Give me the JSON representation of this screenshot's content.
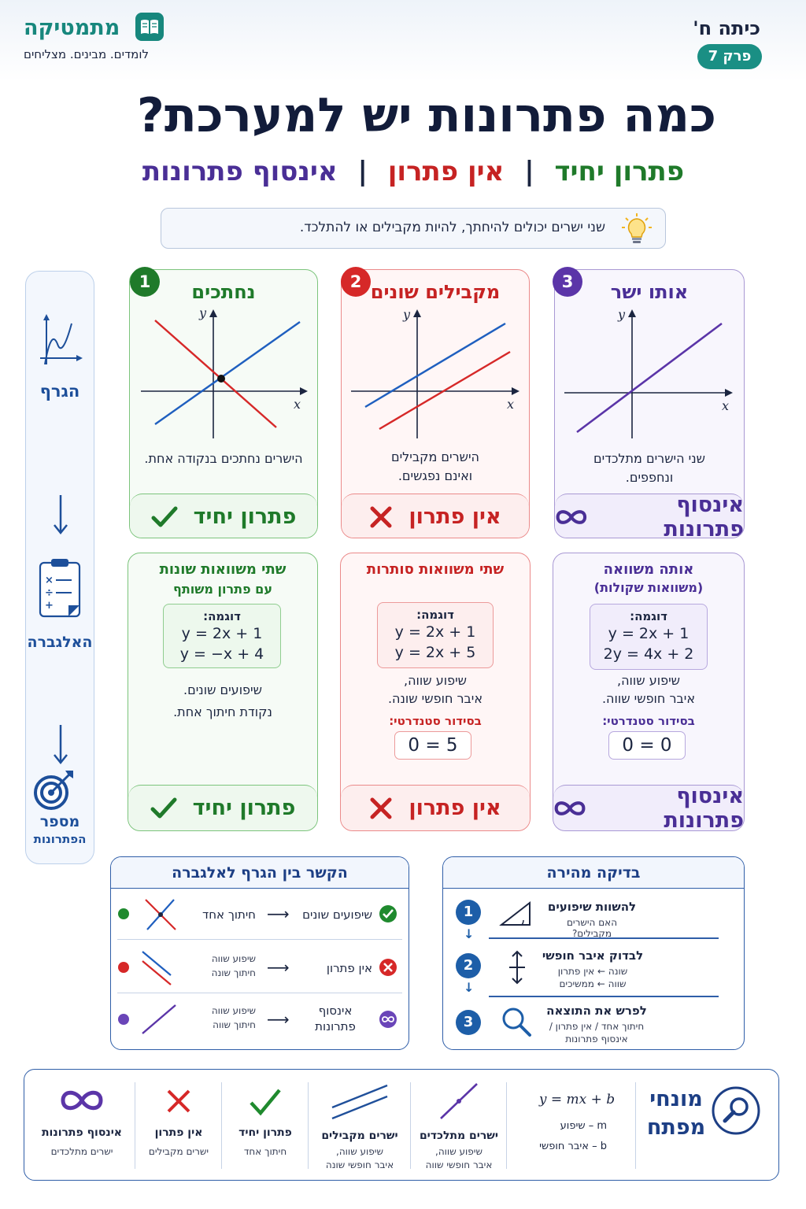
{
  "header": {
    "grade": "כיתה ח'",
    "chapter": "פרק 7",
    "brand": "מתמטיקה",
    "tagline": "לומדים. מבינים. מצליחים"
  },
  "title": "כמה פתרונות יש למערכת?",
  "subtitle": {
    "unique": "פתרון יחיד",
    "none": "אין פתרון",
    "infinite": "אינסוף פתרונות",
    "separator": "|"
  },
  "tip": "שני ישרים יכולים להיחתך, להיות מקבילים או להתלכד.",
  "rail": {
    "graph": "הגרף",
    "algebra": "האלגברה",
    "count_line1": "מספר",
    "count_line2": "הפתרונות"
  },
  "colors": {
    "green": "#1f7a2a",
    "red": "#c62323",
    "purple": "#4a2f96",
    "blue": "#1d5ea8",
    "line_red": "#d62828",
    "line_blue": "#1f5fbf",
    "line_purple": "#5b35a8"
  },
  "cards": [
    {
      "num": "1",
      "title": "נחתכים",
      "desc": [
        "הישרים נחתכים בנקודה אחת."
      ],
      "verdict": "פתרון יחיד",
      "axis_x": "x",
      "axis_y": "y"
    },
    {
      "num": "2",
      "title": "מקבילים שונים",
      "desc": [
        "הישרים מקבילים",
        "ואינם נפגשים."
      ],
      "verdict": "אין פתרון",
      "axis_x": "x",
      "axis_y": "y"
    },
    {
      "num": "3",
      "title": "אותו ישר",
      "desc": [
        "שני הישרים מתלכדים",
        "ונחפפים."
      ],
      "verdict": "אינסוף פתרונות",
      "axis_x": "x",
      "axis_y": "y"
    }
  ],
  "algebra": [
    {
      "title1": "שתי משוואות שונות",
      "title2": "עם פתרון משותף",
      "example_label": "דוגמה:",
      "eq1": "y = 2x + 1",
      "eq2": "y = −x + 4",
      "desc": [
        "שיפועים שונים.",
        "נקודת חיתוך אחת."
      ],
      "verdict": "פתרון יחיד"
    },
    {
      "title1": "שתי משוואות סותרות",
      "example_label": "דוגמה:",
      "eq1": "y = 2x + 1",
      "eq2": "y = 2x + 5",
      "desc": [
        "שיפוע שווה,",
        "איבר חופשי שונה."
      ],
      "std_label": "בסידור סטנדרטי:",
      "std": "0 = 5",
      "verdict": "אין פתרון"
    },
    {
      "title1": "אותה משוואה",
      "title2": "(משוואות שקולות)",
      "example_label": "דוגמה:",
      "eq1": "y = 2x + 1",
      "eq2": "2y = 4x + 2",
      "desc": [
        "שיפוע שווה,",
        "איבר חופשי שווה."
      ],
      "std_label": "בסידור סטנדרטי:",
      "std": "0 = 0",
      "verdict": "אינסוף פתרונות"
    }
  ],
  "link_panel": {
    "title": "הקשר בין הגרף לאלגברה",
    "rows": [
      {
        "left": "שיפועים שונים",
        "right": "חיתוך אחד"
      },
      {
        "left": "אין פתרון",
        "right1": "שיפוע שווה",
        "right2": "חיתוך שונה"
      },
      {
        "left1": "אינסוף",
        "left2": "פתרונות",
        "right1": "שיפוע שווה",
        "right2": "חיתוך שווה"
      }
    ],
    "arrow": "⟶"
  },
  "quick_check": {
    "title": "בדיקה מהירה",
    "steps": [
      {
        "num": "1",
        "title": "להשוות שיפועים",
        "lines": [
          "האם הישרים מקבילים?"
        ]
      },
      {
        "num": "2",
        "title": "לבדוק איבר חופשי",
        "lines": [
          "שונה ← אין פתרון",
          "שווה ← ממשיכים"
        ]
      },
      {
        "num": "3",
        "title": "לפרש את התוצאה",
        "lines": [
          "חיתוך אחד / אין פתרון /",
          "אינסוף פתרונות"
        ]
      }
    ],
    "down_arrow": "↓"
  },
  "legend": {
    "title1": "מונחי",
    "title2": "מפתח",
    "formula": "y = mx + b",
    "m_line": "m – שיפוע",
    "b_line": "b – איבר חופשי",
    "items": [
      {
        "title": "ישרים מתלכדים",
        "sub1": "שיפוע שווה,",
        "sub2": "איבר חופשי שווה"
      },
      {
        "title": "ישרים מקבילים",
        "sub1": "שיפוע שווה,",
        "sub2": "איבר חופשי שונה"
      },
      {
        "title": "פתרון יחיד",
        "sub1": "חיתוך אחד"
      },
      {
        "title": "אין פתרון",
        "sub1": "ישרים מקבילים"
      },
      {
        "title": "אינסוף פתרונות",
        "sub1": "ישרים מתלכדים"
      }
    ]
  }
}
